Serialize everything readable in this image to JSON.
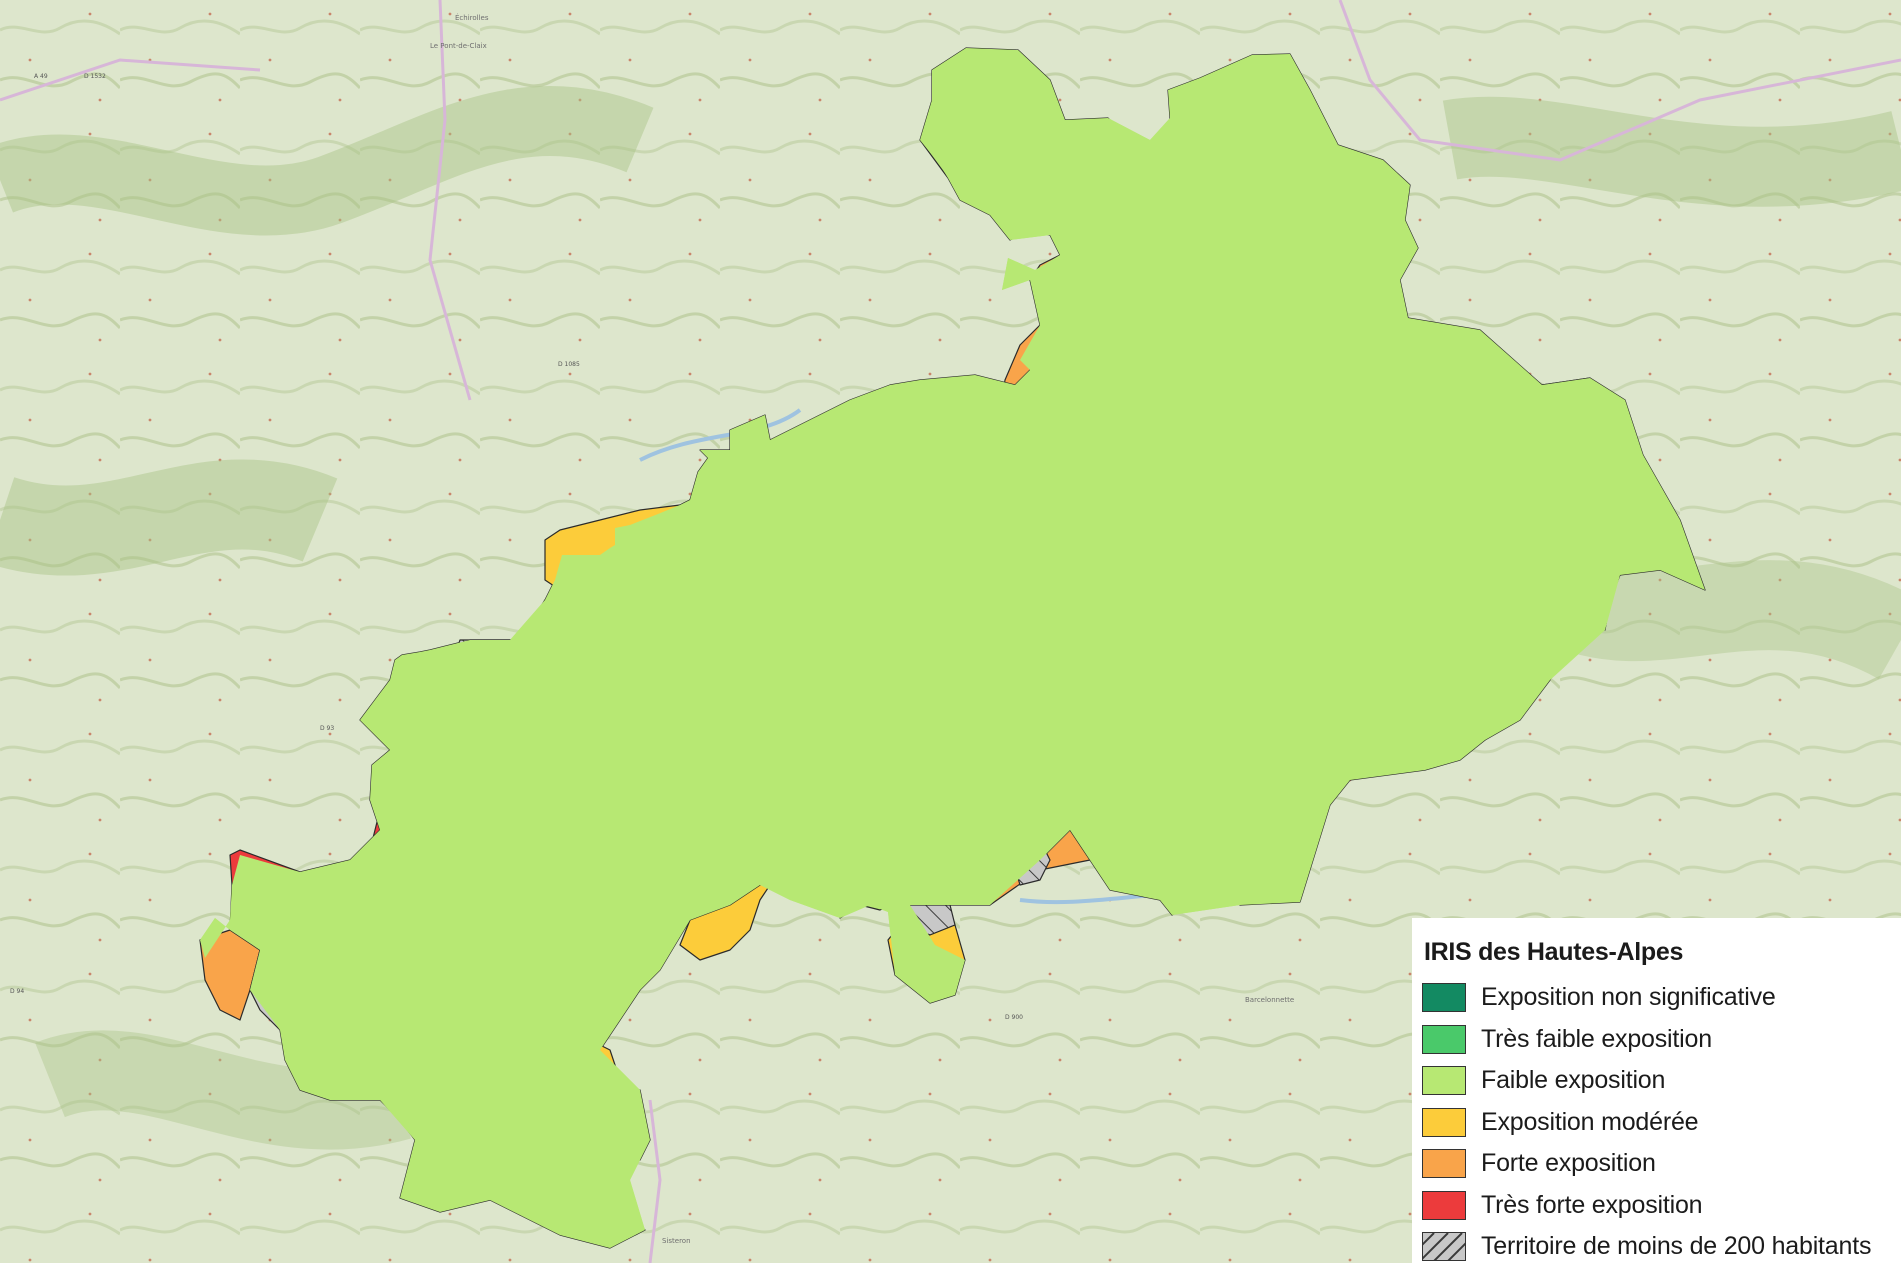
{
  "legend": {
    "title": "IRIS des Hautes-Alpes",
    "items": [
      {
        "label": "Exposition non significative",
        "color": "#138a62",
        "pattern": "none"
      },
      {
        "label": "Très faible exposition",
        "color": "#4ac96a",
        "pattern": "none"
      },
      {
        "label": "Faible exposition",
        "color": "#b7e873",
        "pattern": "none"
      },
      {
        "label": "Exposition modérée",
        "color": "#fccc3a",
        "pattern": "none"
      },
      {
        "label": "Forte exposition",
        "color": "#f9a44a",
        "pattern": "none"
      },
      {
        "label": "Très forte exposition",
        "color": "#ec3b3c",
        "pattern": "none"
      },
      {
        "label": "Territoire de moins de 200 habitants",
        "color": "#c8c8c8",
        "pattern": "hatch"
      }
    ]
  },
  "department_border_color": "#2f6fb8",
  "basemap_labels": [
    "Échirolles",
    "Le Pont-de-Claix",
    "A 49",
    "D 1532",
    "D 1085",
    "D 93",
    "D 94",
    "D 900",
    "Barcelonnette",
    "Sisteron"
  ]
}
